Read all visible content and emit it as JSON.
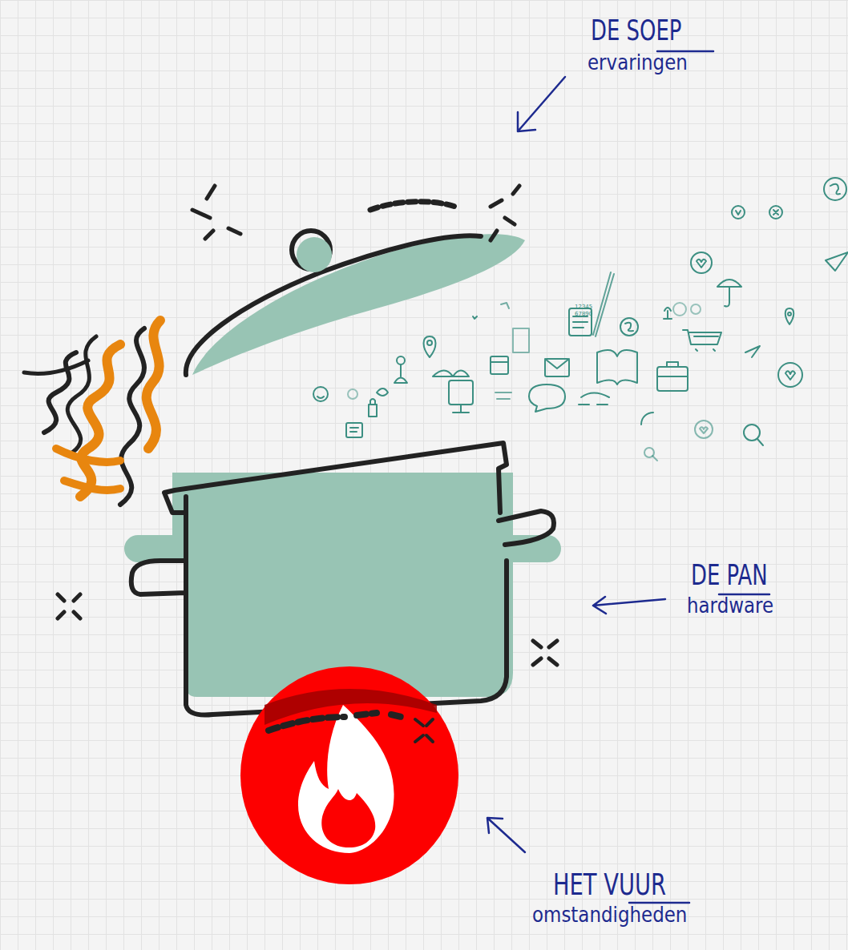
{
  "diagram": {
    "labels": [
      "DE SOEP",
      "ervaringen",
      "12345",
      "67890",
      "DE PAN",
      "hardware",
      "HET VUUR",
      "omstandigheden"
    ]
  }
}
